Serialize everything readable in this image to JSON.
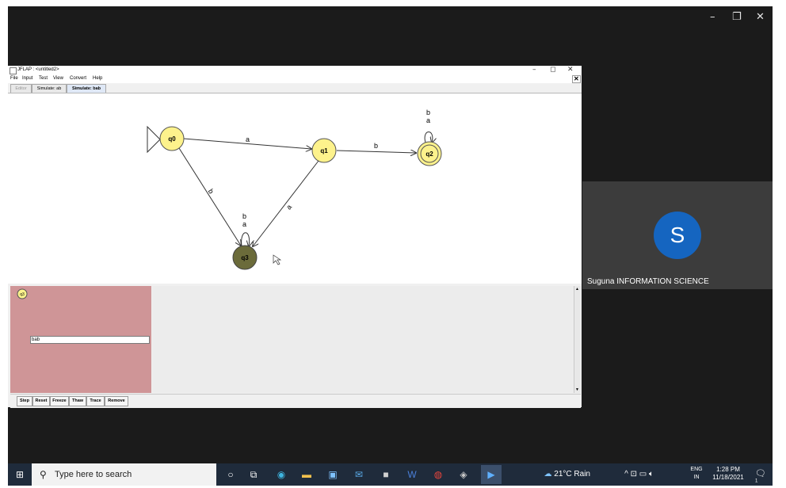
{
  "window_controls": {
    "minimize": "–",
    "restore": "❐",
    "close": "✕"
  },
  "jflap": {
    "title": "JFLAP : <untitled2>",
    "controls": {
      "minimize": "–",
      "maximize": "◻",
      "close": "✕",
      "inner_close": "✕"
    },
    "menu": [
      "File",
      "Input",
      "Test",
      "View",
      "Convert",
      "Help"
    ],
    "tabs": [
      {
        "label": "Editor",
        "active": false
      },
      {
        "label": "Simulate: ab",
        "active": false
      },
      {
        "label": "Simulate: bab",
        "active": true
      }
    ],
    "states": [
      {
        "id": "q0",
        "label": "q0",
        "initial": true,
        "final": false
      },
      {
        "id": "q1",
        "label": "q1",
        "initial": false,
        "final": false
      },
      {
        "id": "q2",
        "label": "q2",
        "initial": false,
        "final": true
      },
      {
        "id": "q3",
        "label": "q3",
        "initial": false,
        "final": false
      }
    ],
    "transitions": [
      {
        "from": "q0",
        "to": "q1",
        "label": "a"
      },
      {
        "from": "q1",
        "to": "q2",
        "label": "b"
      },
      {
        "from": "q0",
        "to": "q3",
        "label": "b"
      },
      {
        "from": "q1",
        "to": "q3",
        "label": "a"
      },
      {
        "from": "q2",
        "to": "q2",
        "labels": [
          "b",
          "a"
        ]
      },
      {
        "from": "q3",
        "to": "q3",
        "labels": [
          "b",
          "a"
        ]
      }
    ],
    "config_state": "q3",
    "input_value": "bab",
    "sim_buttons": [
      "Step",
      "Reset",
      "Freeze",
      "Thaw",
      "Trace",
      "Remove"
    ]
  },
  "meeting": {
    "avatar_letter": "S",
    "participant_name": "Suguna INFORMATION SCIENCE",
    "avatar_color": "#1565c0"
  },
  "taskbar": {
    "search_placeholder": "Type here to search",
    "weather": "21°C  Rain",
    "lang": "ENG",
    "region": "IN",
    "time": "1:28 PM",
    "date": "11/18/2021",
    "notification_count": "1"
  }
}
